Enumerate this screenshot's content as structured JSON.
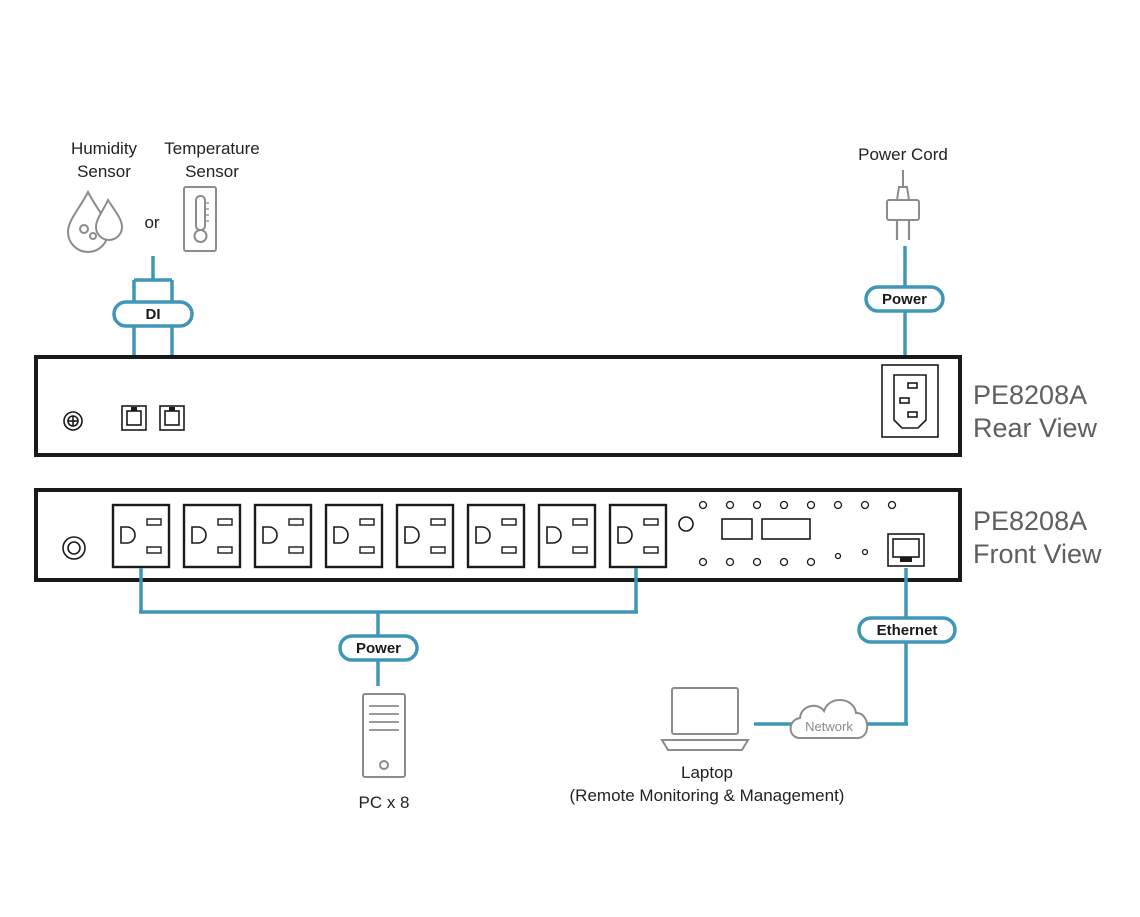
{
  "sensors": {
    "humidity_line1": "Humidity",
    "humidity_line2": "Sensor",
    "or": "or",
    "temperature_line1": "Temperature",
    "temperature_line2": "Sensor"
  },
  "labels": {
    "di": "DI",
    "power_top": "Power",
    "power_bottom": "Power",
    "ethernet": "Ethernet",
    "network": "Network"
  },
  "power_cord": "Power Cord",
  "rear": {
    "model": "PE8208A",
    "view": "Rear View"
  },
  "front": {
    "model": "PE8208A",
    "view": "Front View",
    "outlet_count": 8
  },
  "pc": "PC x 8",
  "laptop": {
    "line1": "Laptop",
    "line2": "(Remote Monitoring & Management)"
  },
  "colors": {
    "accent": "#3f97b5",
    "device": "#1a1a1a",
    "text_gray": "#5f5f5f"
  }
}
